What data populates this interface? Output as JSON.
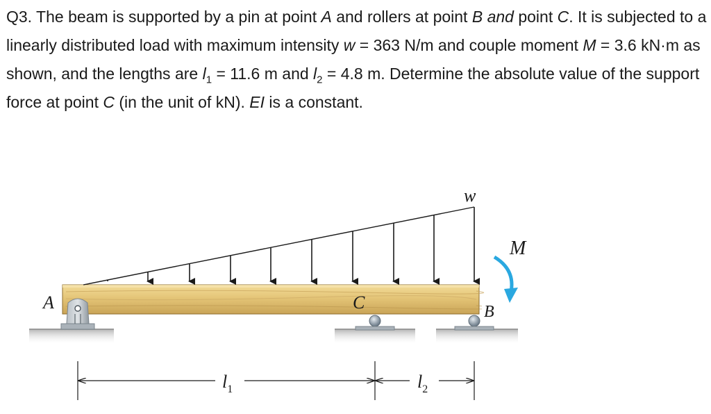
{
  "question": {
    "q_number": "Q3.",
    "p1": " The beam is supported by a pin at point ",
    "pt_a": "A",
    "p2": " and rollers at point ",
    "pt_b_and": "B and",
    "p3": " point ",
    "pt_c": "C",
    "p4": ". It is subjected to a linearly distributed load with maximum intensity ",
    "w_sym": "w",
    "w_eq": " = 363 N/m and couple moment ",
    "m_sym": "M",
    "m_eq": " = 3.6 kN·m as shown, and the lengths are ",
    "l_sym": "l",
    "l1_sub": "1",
    "l1_eq": " = 11.6 m and ",
    "l2_sub": "2",
    "l2_eq": " = 4.8 m. Determine the absolute value of the support force at point ",
    "pt_c2": "C",
    "p5": " (in the unit of kN). ",
    "ei_sym": "EI",
    "p6": " is a constant."
  },
  "diagram": {
    "label_a": "A",
    "label_b": "B",
    "label_c": "C",
    "label_w": "w",
    "label_m": "M",
    "label_l": "l",
    "label_l1_sub": "1",
    "label_l2_sub": "2",
    "colors": {
      "beam_light": "#e8c97a",
      "beam_dark": "#b8934a",
      "support": "#9aa3ab",
      "roller": "#8c99a6",
      "moment_arrow": "#2aa8e0",
      "ground": "#c8c8c8"
    }
  }
}
